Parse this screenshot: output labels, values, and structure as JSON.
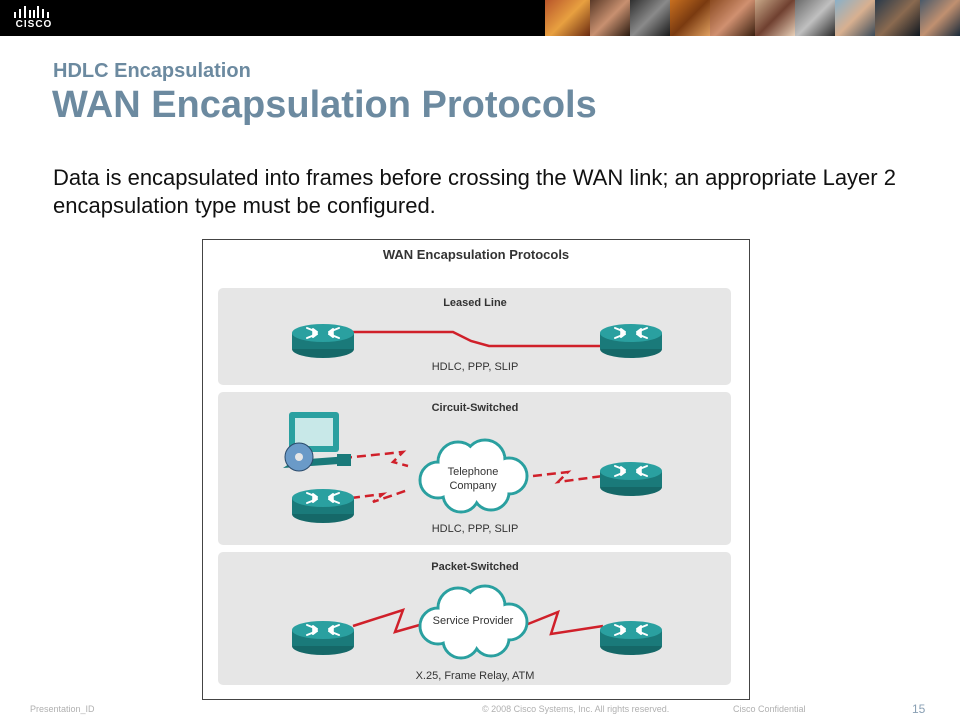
{
  "slide": {
    "subtitle": "HDLC Encapsulation",
    "title": "WAN Encapsulation Protocols",
    "body": "Data is encapsulated into frames before crossing the WAN link; an appropriate Layer 2 encapsulation type must be configured.",
    "logo_text": "CISCO"
  },
  "diagram": {
    "title": "WAN Encapsulation Protocols",
    "sections": [
      {
        "title": "Leased Line",
        "protocols": "HDLC, PPP, SLIP"
      },
      {
        "title": "Circuit-Switched",
        "cloud_line1": "Telephone",
        "cloud_line2": "Company",
        "protocols": "HDLC, PPP, SLIP"
      },
      {
        "title": "Packet-Switched",
        "cloud_line1": "Service Provider",
        "protocols": "X.25, Frame Relay, ATM"
      }
    ]
  },
  "footer": {
    "presentation_id": "Presentation_ID",
    "copyright": "© 2008 Cisco Systems, Inc. All rights reserved.",
    "confidential": "Cisco Confidential",
    "page_number": "15"
  },
  "colors": {
    "title": "#6c8aa0",
    "router": "#1f8a8a",
    "link": "#d0202a",
    "panel": "#e6e6e6"
  }
}
